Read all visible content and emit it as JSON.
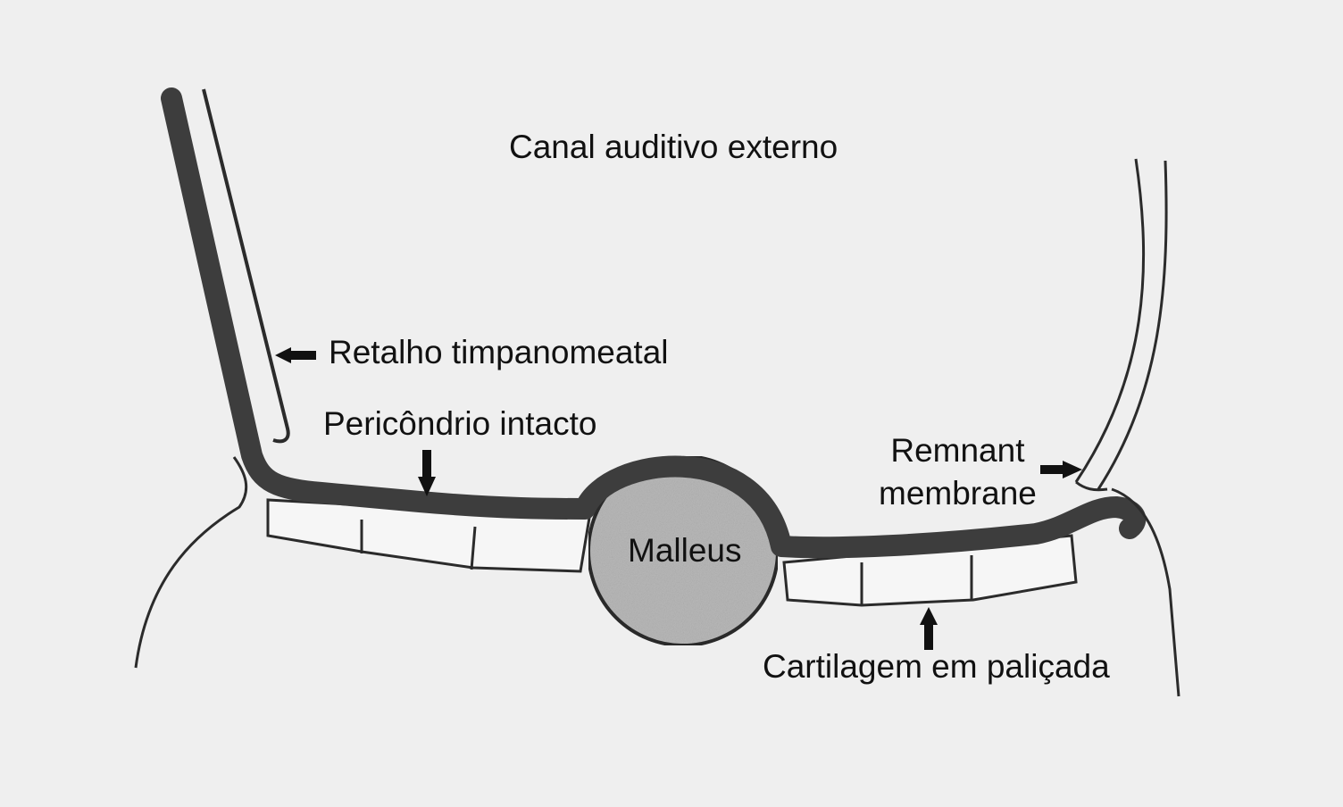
{
  "diagram": {
    "labels": {
      "canal": "Canal auditivo externo",
      "retalho": "Retalho timpanomeatal",
      "pericondrio": "Pericôndrio intacto",
      "remnant_line1": "Remnant",
      "remnant_line2": "membrane",
      "malleus": "Malleus",
      "cartilagem": "Cartilagem em paliçada"
    },
    "colors": {
      "background": "#efefef",
      "ink": "#2b2b2b",
      "membrane": "#3d3d3d",
      "malleus_fill": "#b9b9b9"
    }
  }
}
